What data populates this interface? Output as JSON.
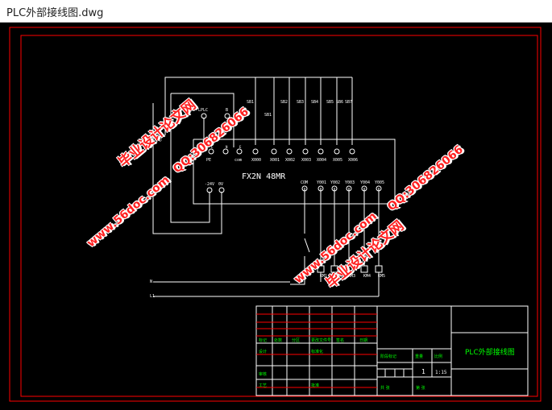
{
  "window": {
    "title": "PLC外部接线图.dwg"
  },
  "drawing": {
    "plc_model": "FX2N 48MR",
    "top_labels": [
      "SB1",
      "SB2",
      "SB3",
      "SB4",
      "SB5",
      "SB6",
      "SB7"
    ],
    "sb1_side": "SB1",
    "power_labels": [
      "24V",
      "COM"
    ],
    "left_terminals": [
      "L",
      "N",
      "E",
      "com"
    ],
    "left_top": [
      "LPLC",
      "B"
    ],
    "pe_label": "PE",
    "inputs": [
      "X000",
      "X001",
      "X002",
      "X003",
      "X004",
      "X005",
      "X006"
    ],
    "outputs": [
      "COM",
      "Y001",
      "Y002",
      "Y003",
      "Y004",
      "Y005"
    ],
    "bottom_terminals": [
      "-24V",
      "0V"
    ],
    "relays": [
      "KM1",
      "KM2",
      "KM3",
      "KM4",
      "KM5"
    ],
    "lines": [
      "N",
      "L1"
    ]
  },
  "title_block": {
    "drawing_name": "PLC外部接线图",
    "headers": [
      "标记",
      "处数",
      "分区",
      "更改文件号",
      "签名",
      "日期"
    ],
    "design": "设计",
    "standard": "标准化",
    "review": "审核",
    "process": "工艺",
    "approve": "批准",
    "stage_mark": "阶段标记",
    "weight": "重量",
    "scale_label": "比例",
    "count": "1",
    "scale": "1:15",
    "sheets_total": "共  张",
    "sheet_no": "第  张"
  },
  "watermarks": {
    "site": "毕业设计论文网",
    "url": "www.56doc.com",
    "qq": "QQ:306826066"
  },
  "colors": {
    "background": "#000000",
    "frame": "#ff0000",
    "lines": "#ffffff",
    "accent": "#00ff00"
  }
}
